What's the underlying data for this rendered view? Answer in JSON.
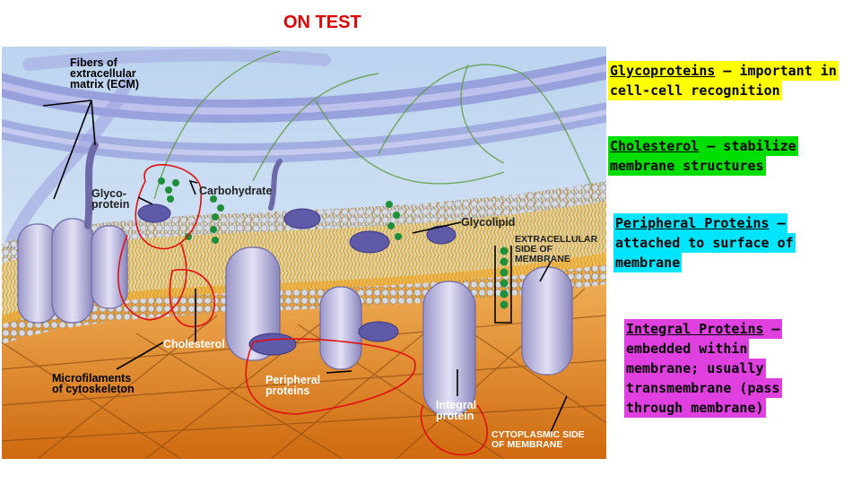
{
  "title": "ON TEST",
  "diagram": {
    "labels": {
      "ecm": [
        "Fibers of",
        "extracellular",
        "matrix (ECM)"
      ],
      "glycoprotein": [
        "Glyco-",
        "protein"
      ],
      "carbohydrate": "Carbohydrate",
      "glycolipid": "Glycolipid",
      "extracellular_side": [
        "EXTRACELLULAR",
        "SIDE OF",
        "MEMBRANE"
      ],
      "cholesterol": "Cholesterol",
      "microfilaments": [
        "Microfilaments",
        "of cytoskeleton"
      ],
      "peripheral": [
        "Peripheral",
        "proteins"
      ],
      "integral": [
        "Integral",
        "protein"
      ],
      "cytoplasmic_side": [
        "CYTOPLASMIC SIDE",
        "OF MEMBRANE"
      ]
    }
  },
  "notes": {
    "glycoproteins": {
      "term": "Glycoproteins",
      "lines": [
        "Glycoproteins – important in",
        "cell-cell recognition"
      ],
      "color": "#ffff00"
    },
    "cholesterol": {
      "term": "Cholesterol",
      "lines": [
        "Cholesterol – stabilize",
        "membrane structures"
      ],
      "color": "#00dd00"
    },
    "peripheral": {
      "term": "Peripheral Proteins",
      "lines": [
        "Peripheral Proteins –",
        "attached to surface of",
        "membrane"
      ],
      "color": "#00e5ff"
    },
    "integral": {
      "term": "Integral Proteins",
      "lines": [
        "Integral Proteins –",
        "embedded within",
        "membrane; usually",
        "transmembrane (pass",
        "through membrane)"
      ],
      "color": "#e040e0"
    }
  }
}
